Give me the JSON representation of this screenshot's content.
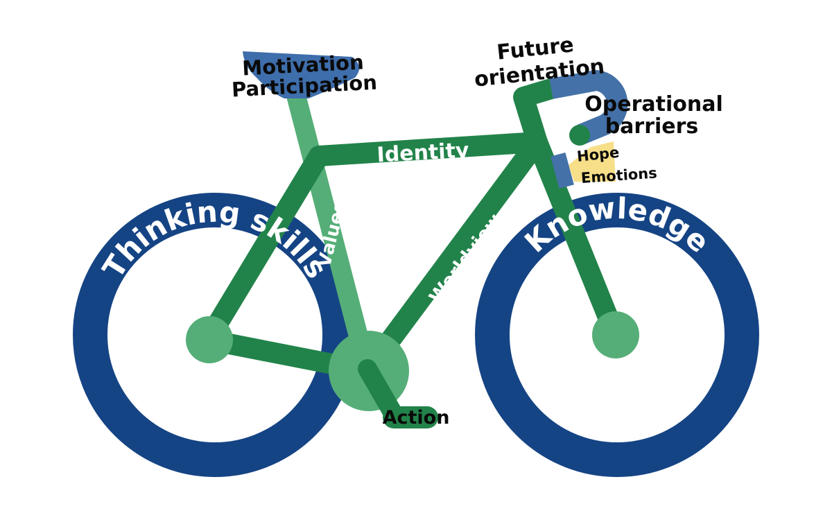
{
  "colors": {
    "wheel": "#154484",
    "frame": "#22834A",
    "light_green": "#55AE77",
    "seat_blue": "#3E6EAB",
    "handlebar_blue": "#4471A8",
    "brake_yellow": "#F7DF8A",
    "label_dark": "#0a0a0a",
    "label_light": "#ffffff"
  },
  "labels": {
    "seat_line1": "Motivation",
    "seat_line2": "Participation",
    "future_line1": "Future",
    "future_line2": "orientation",
    "barriers_line1": "Operational",
    "barriers_line2": "barriers",
    "hope": "Hope",
    "emotions": "Emotions",
    "identity": "Identity",
    "values": "Values",
    "worldview": "Worldview",
    "action": "Action",
    "rear_wheel": "Thinking skills",
    "front_wheel": "Knowledge"
  }
}
